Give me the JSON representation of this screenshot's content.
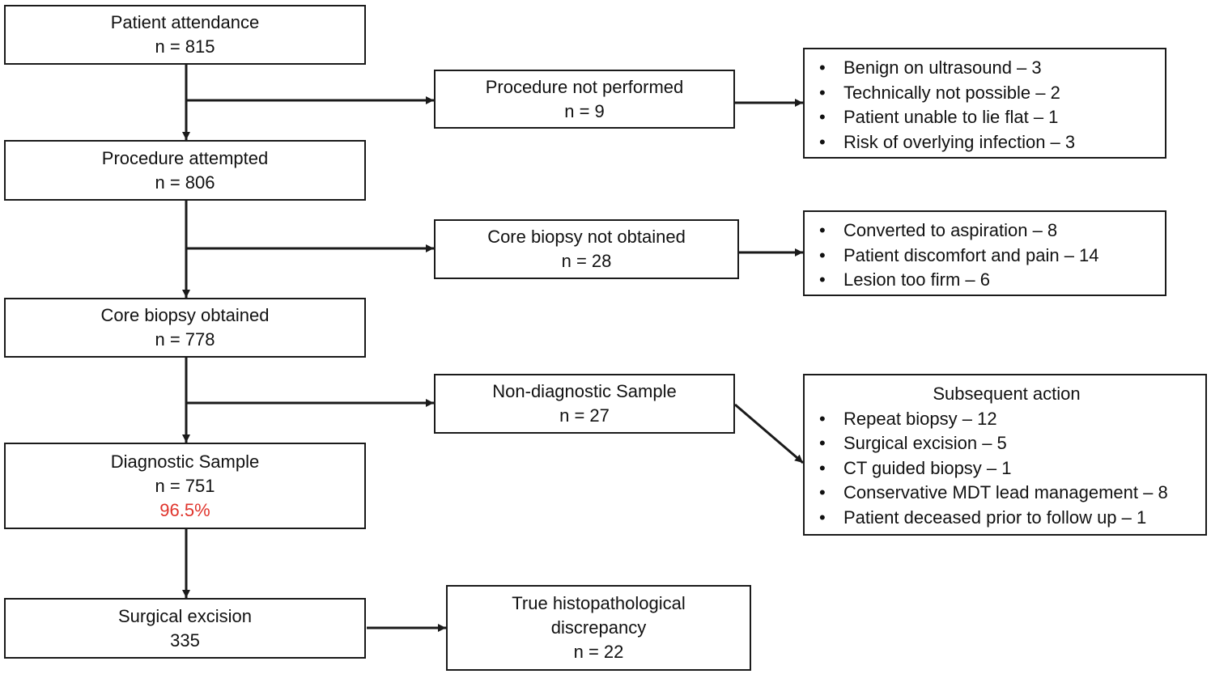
{
  "nodes": {
    "attendance": {
      "title": "Patient attendance",
      "count": "n = 815"
    },
    "attempted": {
      "title": "Procedure attempted",
      "count": "n = 806"
    },
    "core_obtained": {
      "title": "Core biopsy obtained",
      "count": "n = 778"
    },
    "diagnostic": {
      "title": "Diagnostic Sample",
      "count": "n = 751",
      "percent": "96.5%"
    },
    "excision": {
      "title": "Surgical excision",
      "count": "335"
    },
    "not_performed": {
      "title": "Procedure not performed",
      "count": "n = 9"
    },
    "core_not_obtained": {
      "title": "Core biopsy not obtained",
      "count": "n = 28"
    },
    "non_diagnostic": {
      "title": "Non-diagnostic Sample",
      "count": "n = 27"
    },
    "discrepancy": {
      "title_line1": "True histopathological",
      "title_line2": "discrepancy",
      "count": "n = 22"
    }
  },
  "reasons_not_performed": [
    "Benign on ultrasound – 3",
    "Technically not possible – 2",
    "Patient unable to lie flat – 1",
    "Risk of overlying infection – 3"
  ],
  "reasons_core_not_obtained": [
    "Converted to aspiration – 8",
    "Patient discomfort and pain – 14",
    "Lesion too firm – 6"
  ],
  "subsequent_action": {
    "title": "Subsequent action",
    "items": [
      "Repeat biopsy – 12",
      "Surgical excision – 5",
      "CT guided biopsy – 1",
      "Conservative MDT lead management – 8",
      "Patient deceased prior to follow up – 1"
    ]
  },
  "colors": {
    "line": "#1a1a1a",
    "highlight": "#e0342c"
  }
}
